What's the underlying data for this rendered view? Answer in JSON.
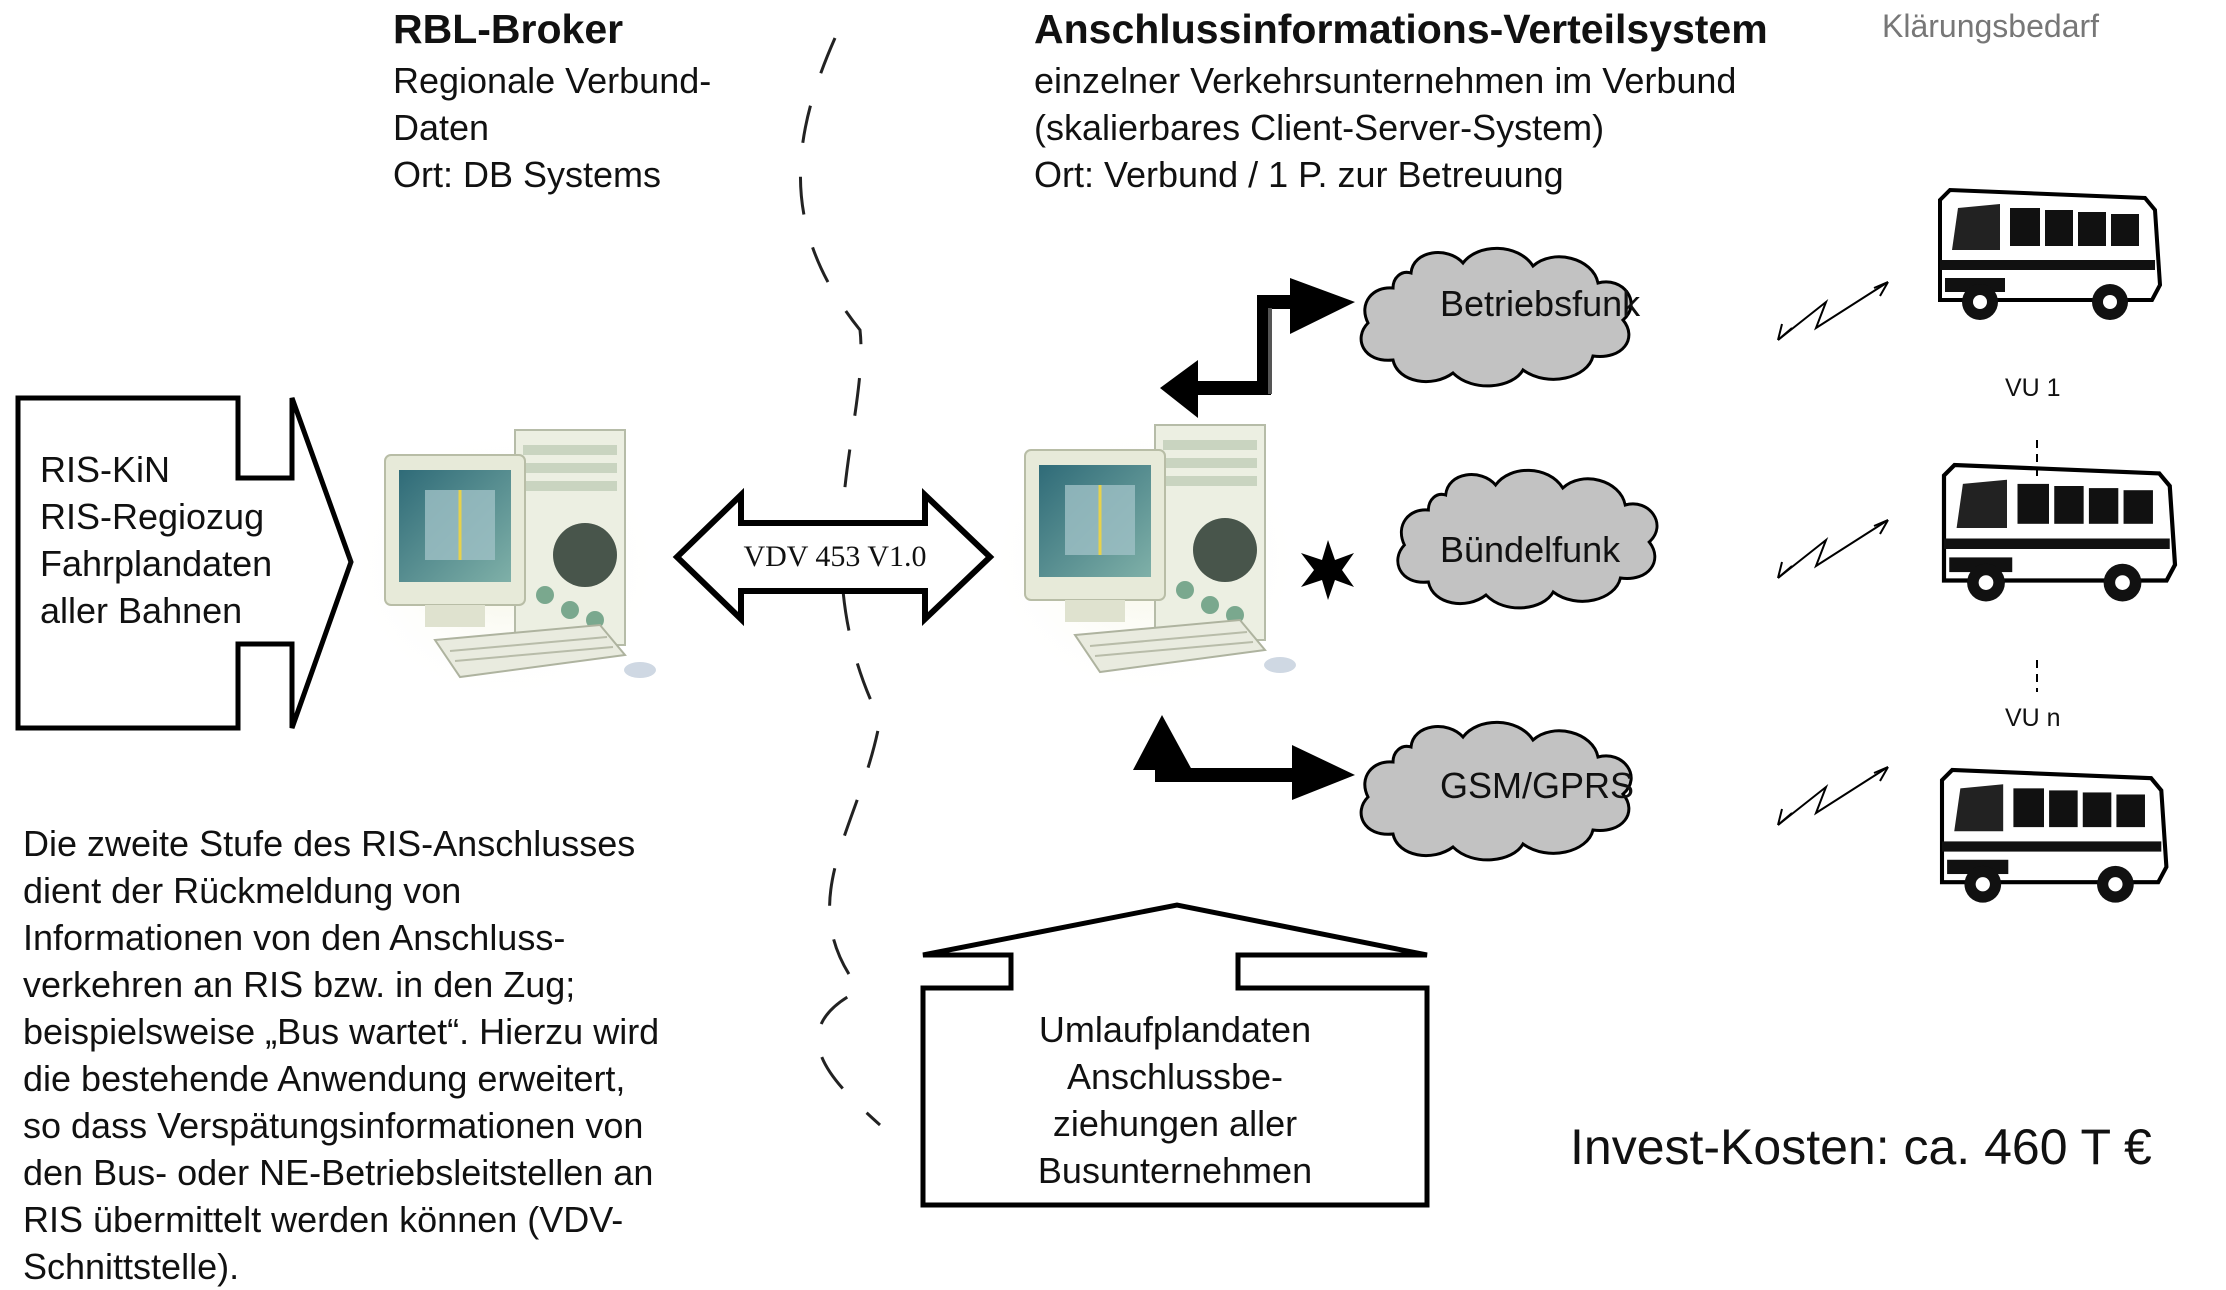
{
  "clarification": "Klärungsbedarf",
  "rbl_broker": {
    "title": "RBL-Broker",
    "lines": [
      "Regionale Verbund-",
      "Daten",
      "Ort: DB Systems"
    ]
  },
  "distribution_system": {
    "title": "Anschlussinformations-Verteilsystem",
    "lines": [
      "einzelner Verkehrsunternehmen im Verbund",
      "(skalierbares Client-Server-System)",
      "Ort: Verbund / 1 P. zur Betreuung"
    ]
  },
  "input_box": {
    "lines": [
      "RIS-KiN",
      "RIS-Regiozug",
      "Fahrplandaten",
      "aller Bahnen"
    ]
  },
  "interface_label": "VDV 453 V1.0",
  "clouds": [
    "Betriebsfunk",
    "Bündelfunk",
    "GSM/GPRS"
  ],
  "vehicle_labels": [
    "VU 1",
    "VU n"
  ],
  "description": [
    "Die zweite Stufe des RIS-Anschlusses",
    "dient der Rückmeldung von",
    "Informationen von den Anschluss-",
    "verkehren an RIS bzw. in den Zug;",
    "beispielsweise „Bus wartet“. Hierzu wird",
    "die bestehende Anwendung erweitert,",
    "so dass Verspätungsinformationen von",
    "den Bus- oder NE-Betriebsleitstellen an",
    "RIS übermittelt werden können (VDV-",
    "Schnittstelle)."
  ],
  "bottom_box": {
    "lines": [
      "Umlaufplandaten",
      "Anschlussbe-",
      "ziehungen aller",
      "Busunternehmen"
    ]
  },
  "invest_costs": "Invest-Kosten: ca. 460 T €"
}
